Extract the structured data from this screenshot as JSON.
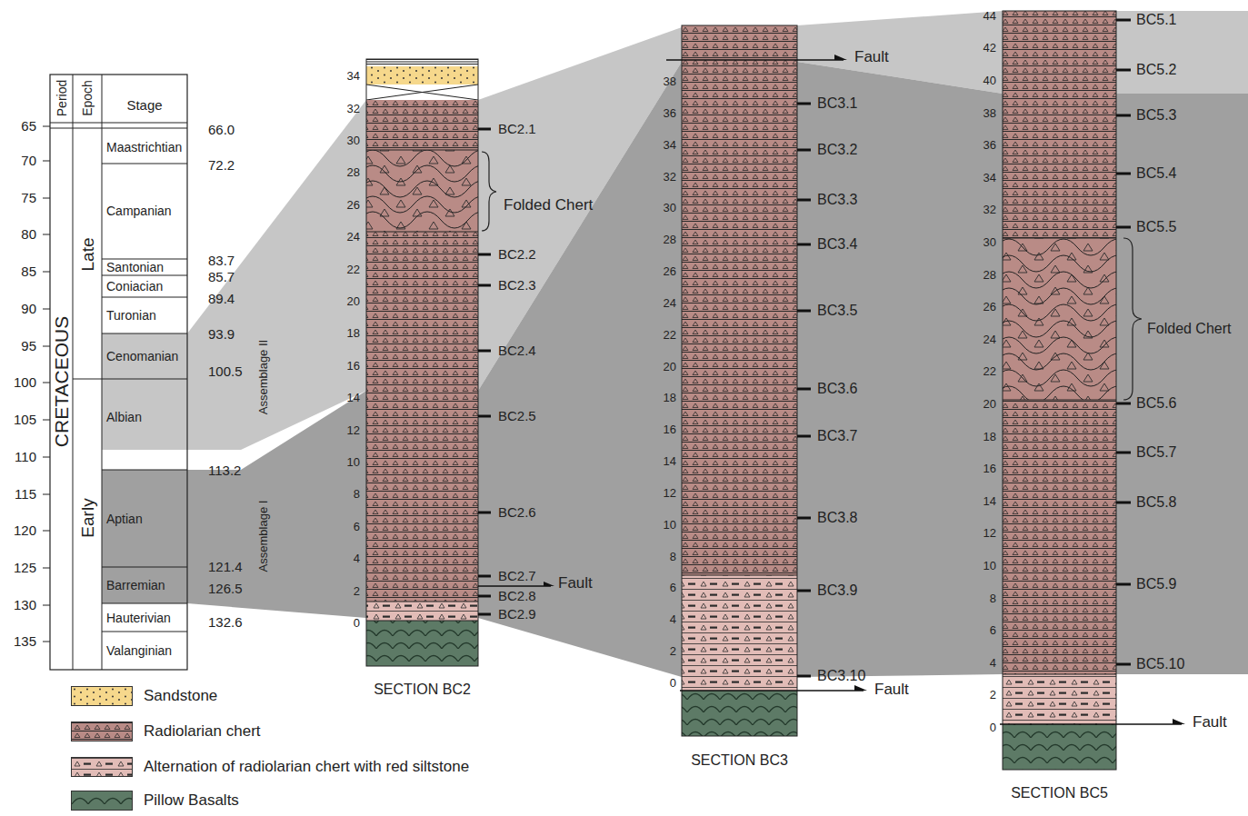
{
  "diagram": {
    "nodes": [
      {
        "text": [
          "SECTION BC2"
        ]
      },
      {
        "text": [
          "SECTION BC3"
        ]
      },
      {
        "text": [
          "SECTION BC5"
        ]
      }
    ],
    "labels": [
      "Period",
      "Epoch",
      "Stage",
      "CRETACEOUS",
      "Late",
      "Early",
      "Maastrichtian",
      "Campanian",
      "Santonian",
      "Coniacian",
      "Turonian",
      "Cenomanian",
      "Albian",
      "Aptian",
      "Barremian",
      "Hauterivian",
      "Valanginian",
      "65",
      "70",
      "75",
      "80",
      "85",
      "90",
      "95",
      "100",
      "105",
      "110",
      "115",
      "120",
      "125",
      "130",
      "135",
      "66.0",
      "72.2",
      "83.7",
      "85.7",
      "89.4",
      "93.9",
      "100.5",
      "113.2",
      "121.4",
      "126.5",
      "132.6",
      "Assemblage II",
      "Assemblage I",
      "34",
      "32",
      "30",
      "28",
      "26",
      "24",
      "22",
      "20",
      "18",
      "16",
      "14",
      "12",
      "10",
      "8",
      "6",
      "4",
      "2",
      "0",
      "BC2.1",
      "BC2.2",
      "BC2.3",
      "BC2.4",
      "BC2.5",
      "BC2.6",
      "BC2.7",
      "BC2.8",
      "BC2.9",
      "Folded Chert",
      "Fault",
      "38",
      "36",
      "34",
      "32",
      "30",
      "28",
      "26",
      "24",
      "22",
      "20",
      "18",
      "16",
      "14",
      "12",
      "10",
      "8",
      "6",
      "4",
      "2",
      "0",
      "BC3.1",
      "BC3.2",
      "BC3.3",
      "BC3.4",
      "BC3.5",
      "BC3.6",
      "BC3.7",
      "BC3.8",
      "BC3.9",
      "BC3.10",
      "Fault",
      "Fault",
      "44",
      "42",
      "40",
      "38",
      "36",
      "34",
      "32",
      "30",
      "28",
      "26",
      "24",
      "22",
      "20",
      "18",
      "16",
      "14",
      "12",
      "10",
      "8",
      "6",
      "4",
      "2",
      "0",
      "BC5.1",
      "BC5.2",
      "BC5.3",
      "BC5.4",
      "BC5.5",
      "BC5.6",
      "BC5.7",
      "BC5.8",
      "BC5.9",
      "BC5.10",
      "Folded Chert",
      "Fault"
    ],
    "legend": [
      {
        "text": "Sandstone",
        "color": "#f6d88c"
      },
      {
        "text": "Radiolarian chert",
        "color": "#b98b86"
      },
      {
        "text": "Alternation of radiolarian chert with red siltstone",
        "color": "#e2bcb7"
      },
      {
        "text": "Pillow Basalts",
        "color": "#5d7a66"
      }
    ]
  }
}
